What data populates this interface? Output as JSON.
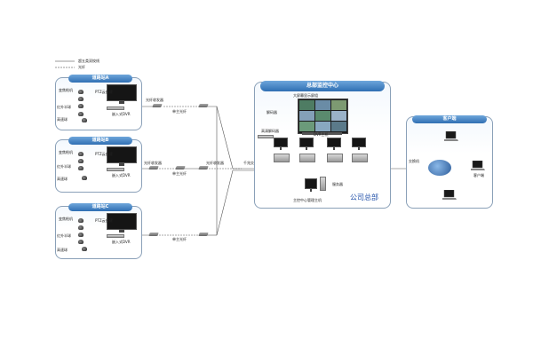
{
  "legend": {
    "items": [
      {
        "label": "超五类双绞线",
        "style": "solid"
      },
      {
        "label": "光纤",
        "style": "dashed"
      }
    ]
  },
  "sites": [
    {
      "title": "道路站A",
      "labels": {
        "zoom_cam": "变焦枪机",
        "ptz_keyboard": "PTZ云台键",
        "infrared_cam": "红外半球",
        "speed_dome": "高速球",
        "dvr": "嵌入式DVR"
      }
    },
    {
      "title": "道路站B",
      "labels": {
        "zoom_cam": "变焦枪机",
        "ptz_keyboard": "PTZ云台键",
        "infrared_cam": "红外半球",
        "speed_dome": "高速球",
        "dvr": "嵌入式DVR"
      }
    },
    {
      "title": "道路站C",
      "labels": {
        "zoom_cam": "变焦枪机",
        "ptz_keyboard": "PTZ云台键",
        "infrared_cam": "红外半球",
        "speed_dome": "高速球",
        "dvr": "嵌入式DVR"
      }
    }
  ],
  "links": {
    "transceiver_top": "光纤收发器",
    "transceiver_mid": "光纤收发器",
    "transceiver_right": "光纤收发器",
    "fiber_top": "单主光纤",
    "fiber_mid": "单主光纤",
    "fiber_bottom": "单主光纤",
    "switch": "千兆交换机"
  },
  "hq": {
    "title": "总部监控中心",
    "video_wall": "大屏幕显示屏组",
    "decoder": "解码器",
    "matrix": "高清解码器",
    "dvr_label": "DVR主机",
    "server": "服务器",
    "management_host": "主控中心管理主机",
    "company": "公司总部"
  },
  "client": {
    "title": "客户端",
    "switch": "交换机",
    "client_label": "客户端"
  },
  "colors": {
    "panel_head": "#2f6fb3",
    "company_text": "#1f4fa8"
  }
}
